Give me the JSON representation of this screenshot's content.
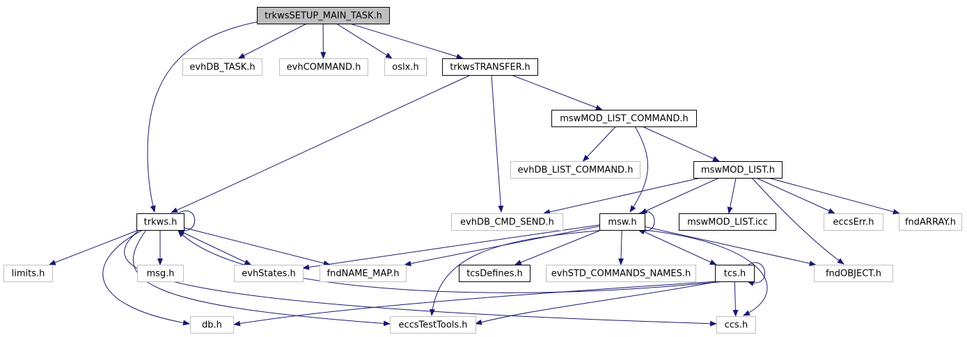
{
  "colors": {
    "edge": "#191970",
    "node_border_documented": "#000000",
    "node_border_external": "#bfbfbf",
    "node_fill_root": "#bfbfbf",
    "node_fill": "#ffffff",
    "text": "#000000"
  },
  "nodes": {
    "root": {
      "label": "trkwsSETUP_MAIN_TASK.h",
      "kind": "root"
    },
    "evhDB_TASK": {
      "label": "evhDB_TASK.h",
      "kind": "external"
    },
    "evhCOMMAND": {
      "label": "evhCOMMAND.h",
      "kind": "external"
    },
    "oslx": {
      "label": "oslx.h",
      "kind": "external"
    },
    "trkwsTRANSFER": {
      "label": "trkwsTRANSFER.h",
      "kind": "documented"
    },
    "mswMOD_LIST_COMMAND": {
      "label": "mswMOD_LIST_COMMAND.h",
      "kind": "documented"
    },
    "evhDB_LIST_COMMAND": {
      "label": "evhDB_LIST_COMMAND.h",
      "kind": "external"
    },
    "mswMOD_LIST": {
      "label": "mswMOD_LIST.h",
      "kind": "documented"
    },
    "trkws": {
      "label": "trkws.h",
      "kind": "documented"
    },
    "evhDB_CMD_SEND": {
      "label": "evhDB_CMD_SEND.h",
      "kind": "external"
    },
    "msw": {
      "label": "msw.h",
      "kind": "documented"
    },
    "mswMOD_LIST_icc": {
      "label": "mswMOD_LIST.icc",
      "kind": "documented"
    },
    "eccsErr": {
      "label": "eccsErr.h",
      "kind": "external"
    },
    "fndARRAY": {
      "label": "fndARRAY.h",
      "kind": "external"
    },
    "limits": {
      "label": "limits.h",
      "kind": "external"
    },
    "msg": {
      "label": "msg.h",
      "kind": "external"
    },
    "evhStates": {
      "label": "evhStates.h",
      "kind": "external"
    },
    "fndNAME_MAP": {
      "label": "fndNAME_MAP.h",
      "kind": "external"
    },
    "tcsDefines": {
      "label": "tcsDefines.h",
      "kind": "documented"
    },
    "evhSTD_COMMANDS_NAMES": {
      "label": "evhSTD_COMMANDS_NAMES.h",
      "kind": "external"
    },
    "tcs": {
      "label": "tcs.h",
      "kind": "documented"
    },
    "fndOBJECT": {
      "label": "fndOBJECT.h",
      "kind": "external"
    },
    "db": {
      "label": "db.h",
      "kind": "external"
    },
    "eccsTestTools": {
      "label": "eccsTestTools.h",
      "kind": "external"
    },
    "ccs": {
      "label": "ccs.h",
      "kind": "external"
    }
  },
  "edges": [
    [
      "root",
      "evhDB_TASK"
    ],
    [
      "root",
      "evhCOMMAND"
    ],
    [
      "root",
      "oslx"
    ],
    [
      "root",
      "trkwsTRANSFER"
    ],
    [
      "root",
      "trkws"
    ],
    [
      "trkwsTRANSFER",
      "mswMOD_LIST_COMMAND"
    ],
    [
      "trkwsTRANSFER",
      "evhDB_CMD_SEND"
    ],
    [
      "trkwsTRANSFER",
      "trkws"
    ],
    [
      "mswMOD_LIST_COMMAND",
      "evhDB_LIST_COMMAND"
    ],
    [
      "mswMOD_LIST_COMMAND",
      "mswMOD_LIST"
    ],
    [
      "mswMOD_LIST_COMMAND",
      "msw"
    ],
    [
      "mswMOD_LIST",
      "evhDB_CMD_SEND"
    ],
    [
      "mswMOD_LIST",
      "msw"
    ],
    [
      "mswMOD_LIST",
      "mswMOD_LIST_icc"
    ],
    [
      "mswMOD_LIST",
      "eccsErr"
    ],
    [
      "mswMOD_LIST",
      "fndARRAY"
    ],
    [
      "mswMOD_LIST",
      "fndOBJECT"
    ],
    [
      "trkws",
      "trkws"
    ],
    [
      "trkws",
      "limits"
    ],
    [
      "trkws",
      "msg"
    ],
    [
      "trkws",
      "evhStates"
    ],
    [
      "trkws",
      "fndNAME_MAP"
    ],
    [
      "trkws",
      "db"
    ],
    [
      "trkws",
      "eccsTestTools"
    ],
    [
      "trkws",
      "ccs"
    ],
    [
      "msw",
      "msw"
    ],
    [
      "msw",
      "evhStates"
    ],
    [
      "msw",
      "fndNAME_MAP"
    ],
    [
      "msw",
      "tcsDefines"
    ],
    [
      "msw",
      "evhSTD_COMMANDS_NAMES"
    ],
    [
      "msw",
      "tcs"
    ],
    [
      "msw",
      "fndOBJECT"
    ],
    [
      "msw",
      "eccsTestTools"
    ],
    [
      "msw",
      "ccs"
    ],
    [
      "tcs",
      "tcs"
    ],
    [
      "tcs",
      "ccs"
    ],
    [
      "tcs",
      "db"
    ],
    [
      "tcs",
      "eccsTestTools"
    ],
    [
      "tcs",
      "trkws"
    ]
  ]
}
